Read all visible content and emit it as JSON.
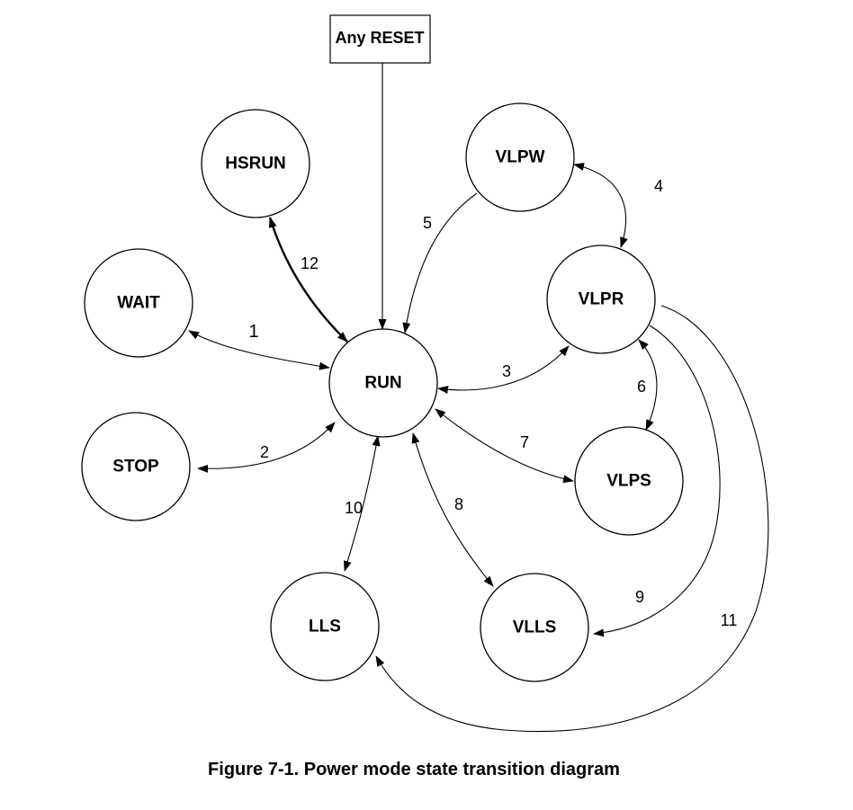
{
  "reset": {
    "label": "Any RESET"
  },
  "states": {
    "hsrun": "HSRUN",
    "vlpw": "VLPW",
    "wait": "WAIT",
    "vlpr": "VLPR",
    "run": "RUN",
    "stop": "STOP",
    "vlps": "VLPS",
    "lls": "LLS",
    "vlls": "VLLS"
  },
  "transitions": {
    "t1": "1",
    "t2": "2",
    "t3": "3",
    "t4": "4",
    "t5": "5",
    "t6": "6",
    "t7": "7",
    "t8": "8",
    "t9": "9",
    "t10": "10",
    "t11": "11",
    "t12": "12"
  },
  "caption": "Figure 7-1. Power mode state transition diagram"
}
